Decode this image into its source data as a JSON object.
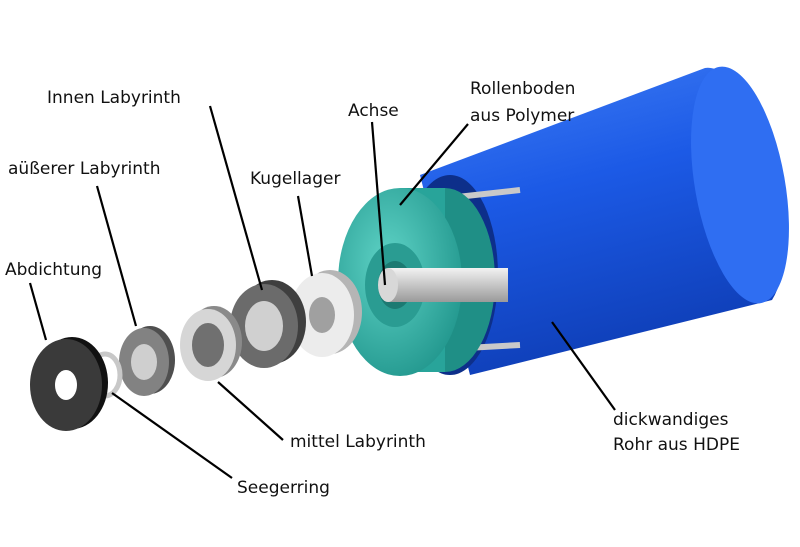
{
  "labels": {
    "innen_labyrinth": "Innen Labyrinth",
    "aeusserer_labyrinth": "aüßerer Labyrinth",
    "abdichtung": "Abdichtung",
    "kugellager": "Kugellager",
    "achse": "Achse",
    "rollenboden_line1": "Rollenboden",
    "rollenboden_line2": "aus Polymer",
    "rohr_line1": "dickwandiges",
    "rohr_line2": "Rohr aus HDPE",
    "mittel_labyrinth": "mittel Labyrinth",
    "seegerring": "Seegerring"
  },
  "colors": {
    "tube": "#1e5ee8",
    "end_cap": "#2fb0a6",
    "bearing": "#e6e6e6",
    "labyrinth": "#6e6e6e",
    "seal": "#2a2a2a"
  }
}
